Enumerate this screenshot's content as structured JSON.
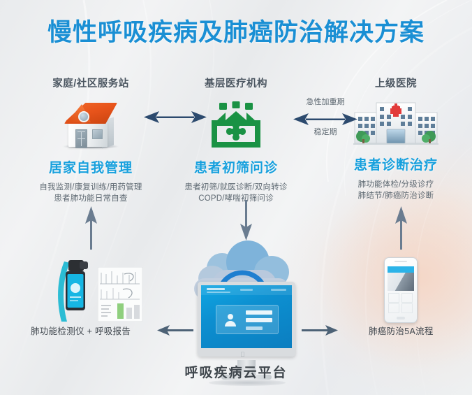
{
  "poster": {
    "title": "慢性呼吸疾病及肺癌防治解决方案",
    "platform_label": "呼吸疾病云平台",
    "accent_color": "#17a0dd",
    "title_color": "#1a8fd4",
    "clinic_green": "#1a9244",
    "roof_orange": "#e8541b"
  },
  "columns": [
    {
      "head": "家庭/社区服务站",
      "icon": "house-icon",
      "title": "居家自我管理",
      "sub": [
        "自我监测/康复训练/用药管理",
        "患者肺功能日常自查"
      ]
    },
    {
      "head": "基层医疗机构",
      "icon": "clinic-icon",
      "title": "患者初筛问诊",
      "sub": [
        "患者初筛/就医诊断/双向转诊",
        "COPD/哮喘初筛问诊"
      ]
    },
    {
      "head": "上级医院",
      "icon": "hospital-icon",
      "title": "患者诊断治疗",
      "sub": [
        "肺功能体检/分级诊疗",
        "肺结节/肺癌防治诊断"
      ]
    }
  ],
  "arrows": {
    "home_clinic": "bidirectional-arrow",
    "clinic_hospital_top_label": "急性加重期",
    "clinic_hospital_bottom_label": "稳定期",
    "clinic_to_cloud": "down-arrow",
    "cloud_to_device": "left-arrow",
    "cloud_to_phone": "right-arrow",
    "device_to_home": "up-arrow",
    "phone_to_hospital": "up-arrow"
  },
  "devices": {
    "left_label": "肺功能检测仪 + 呼吸报告",
    "right_label": "肺癌防治5A流程"
  }
}
